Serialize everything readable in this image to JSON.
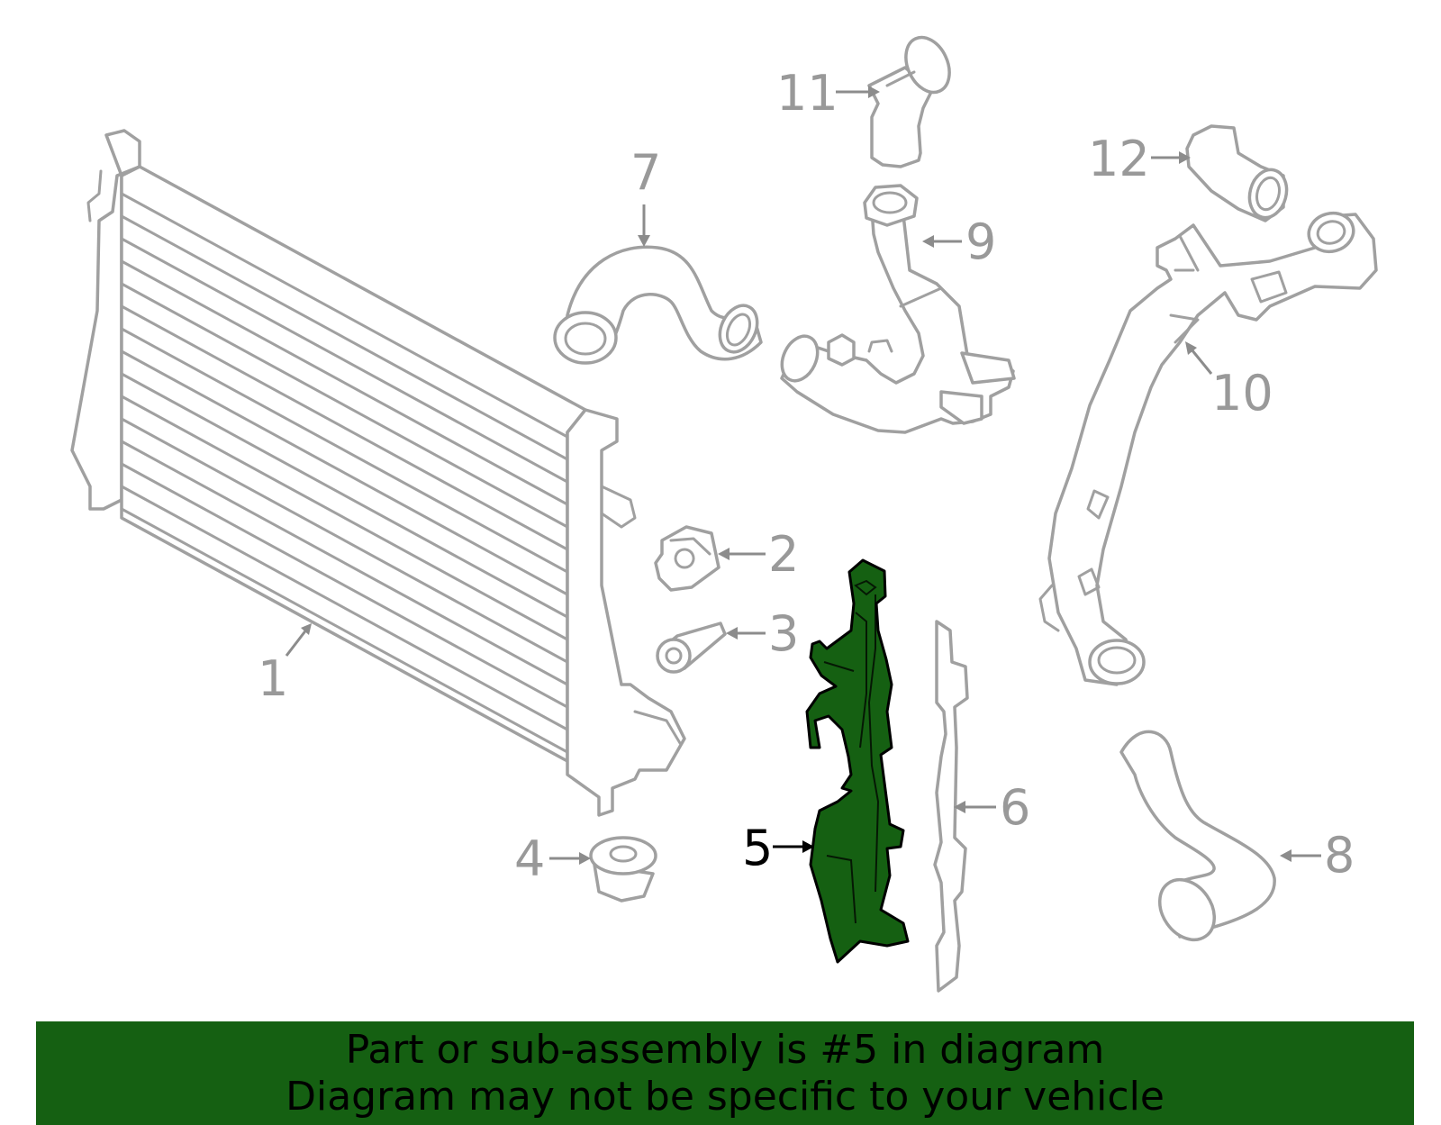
{
  "colors": {
    "highlight": "#156012",
    "banner": "#156012",
    "part_outline": "#a0a0a0",
    "callout_text": "#999999",
    "highlight_text": "#000000"
  },
  "callouts": [
    {
      "id": "1",
      "label": "1"
    },
    {
      "id": "2",
      "label": "2"
    },
    {
      "id": "3",
      "label": "3"
    },
    {
      "id": "4",
      "label": "4"
    },
    {
      "id": "5",
      "label": "5"
    },
    {
      "id": "6",
      "label": "6"
    },
    {
      "id": "7",
      "label": "7"
    },
    {
      "id": "8",
      "label": "8"
    },
    {
      "id": "9",
      "label": "9"
    },
    {
      "id": "10",
      "label": "10"
    },
    {
      "id": "11",
      "label": "11"
    },
    {
      "id": "12",
      "label": "12"
    }
  ],
  "highlighted_part": "5",
  "banner": {
    "line1": "Part or sub-assembly is #5 in diagram",
    "line2": "Diagram may not be specific to your vehicle"
  }
}
